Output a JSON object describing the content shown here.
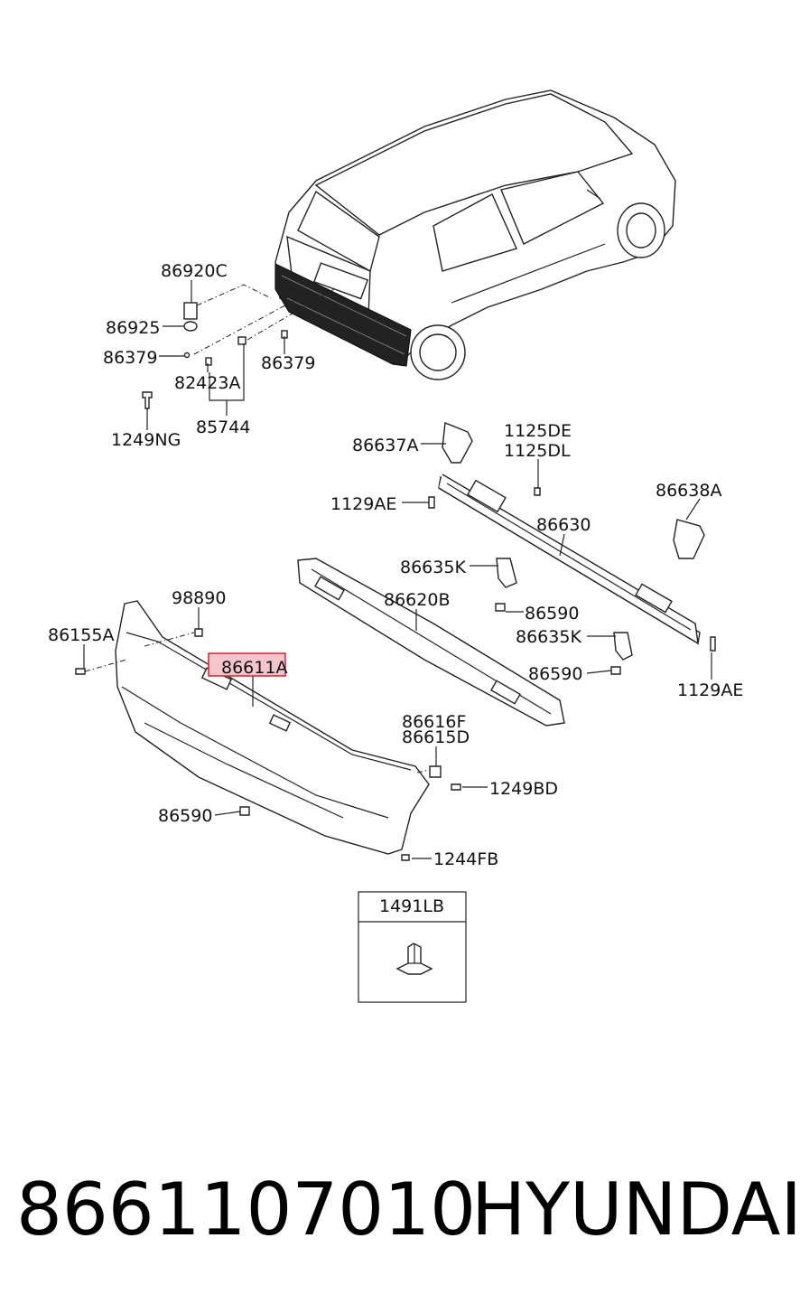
{
  "callouts": {
    "c86920C": "86920C",
    "c86925": "86925",
    "c86379_left": "86379",
    "c82423A": "82423A",
    "c86379_right": "86379",
    "c85744": "85744",
    "c1249NG": "1249NG",
    "c86637A": "86637A",
    "c1125DE": "1125DE",
    "c1125DL": "1125DL",
    "c1129AE_top": "1129AE",
    "c86638A": "86638A",
    "c86630": "86630",
    "c86635K_top": "86635K",
    "c86620B": "86620B",
    "c86590_top": "86590",
    "c86635K_bottom": "86635K",
    "c86590_mid": "86590",
    "c1129AE_bottom": "1129AE",
    "c98890": "98890",
    "c86155A": "86155A",
    "c86611A": "86611A",
    "c86616F": "86616F",
    "c86615D": "86615D",
    "c1249BD": "1249BD",
    "c86590_bottom": "86590",
    "c1244FB": "1244FB"
  },
  "inset": {
    "label": "1491LB"
  },
  "footer": {
    "part_number": "8661107010",
    "brand": "HYUNDAI"
  },
  "highlight_color": "#f4c6cc",
  "highlight_border": "#d9202e"
}
